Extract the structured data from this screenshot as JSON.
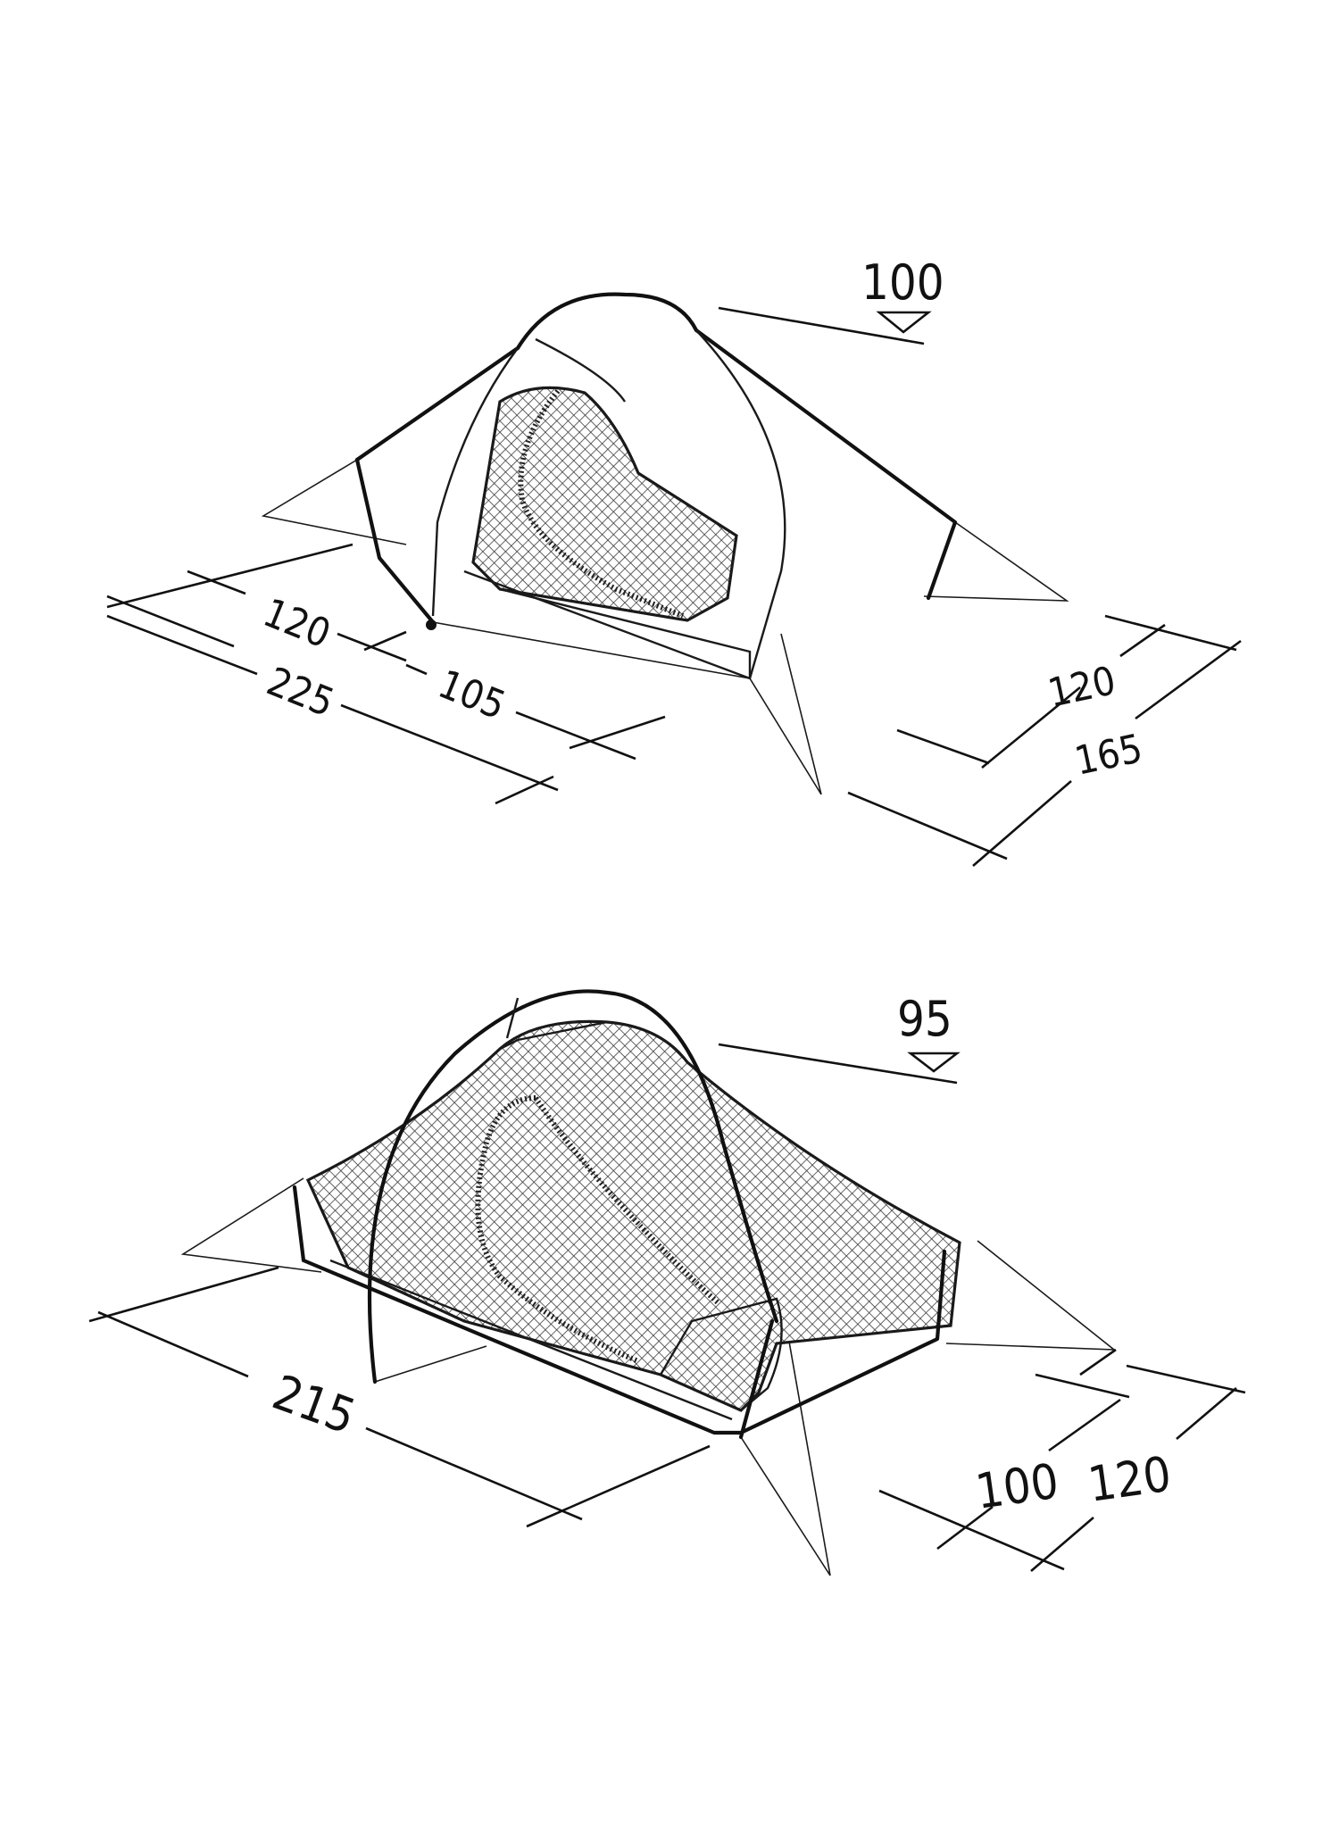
{
  "diagrams": [
    {
      "name": "tent-with-flysheet",
      "height_label": "100",
      "dimension_labels": [
        "120",
        "105",
        "225",
        "120",
        "165"
      ]
    },
    {
      "name": "inner-tent",
      "height_label": "95",
      "dimension_labels": [
        "215",
        "100",
        "120"
      ]
    }
  ]
}
